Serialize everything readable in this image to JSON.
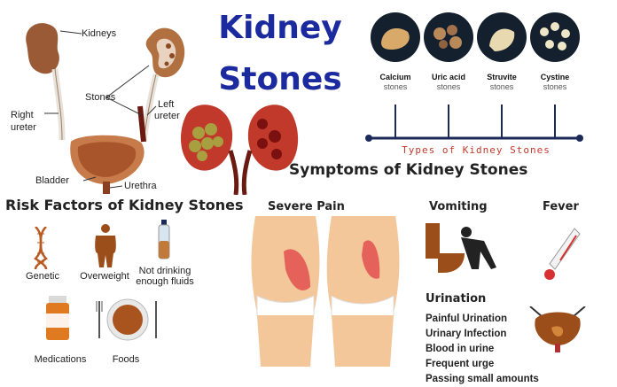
{
  "title": {
    "line1": "Kidney",
    "line2": "Stones"
  },
  "anatomy": {
    "labels": {
      "kidneys": "Kidneys",
      "stones": "Stones",
      "left_ureter_1": "Left",
      "left_ureter_2": "ureter",
      "right_ureter_1": "Right",
      "right_ureter_2": "ureter",
      "bladder": "Bladder",
      "urethra": "Urethra"
    }
  },
  "stone_types": {
    "heading": "Types of Kidney Stones",
    "items": [
      {
        "name": "Calcium",
        "sub": "stones",
        "color": "#d9a96a"
      },
      {
        "name": "Uric acid",
        "sub": "stones",
        "color": "#b9895a"
      },
      {
        "name": "Struvite",
        "sub": "stones",
        "color": "#e8d9b0"
      },
      {
        "name": "Cystine",
        "sub": "stones",
        "color": "#efe6c8"
      }
    ]
  },
  "symptoms": {
    "heading": "Symptoms of Kidney Stones",
    "severe_pain": "Severe Pain",
    "vomiting": "Vomiting",
    "fever": "Fever",
    "urination": {
      "heading": "Urination",
      "items": [
        "Painful Urination",
        "Urinary Infection",
        "Blood in urine",
        "Frequent urge",
        "Passing small amounts"
      ]
    }
  },
  "risk_factors": {
    "heading": "Risk Factors of Kidney Stones",
    "genetic": "Genetic",
    "overweight": "Overweight",
    "not_drinking_1": "Not drinking",
    "not_drinking_2": "enough fluids",
    "medications": "Medications",
    "foods": "Foods"
  },
  "colors": {
    "title_blue": "#1b2a9e",
    "kidney_red": "#8e1b1b",
    "icon_brown": "#9c4e1a",
    "timeline_navy": "#1c2a5a",
    "pain_red": "#e04848"
  }
}
